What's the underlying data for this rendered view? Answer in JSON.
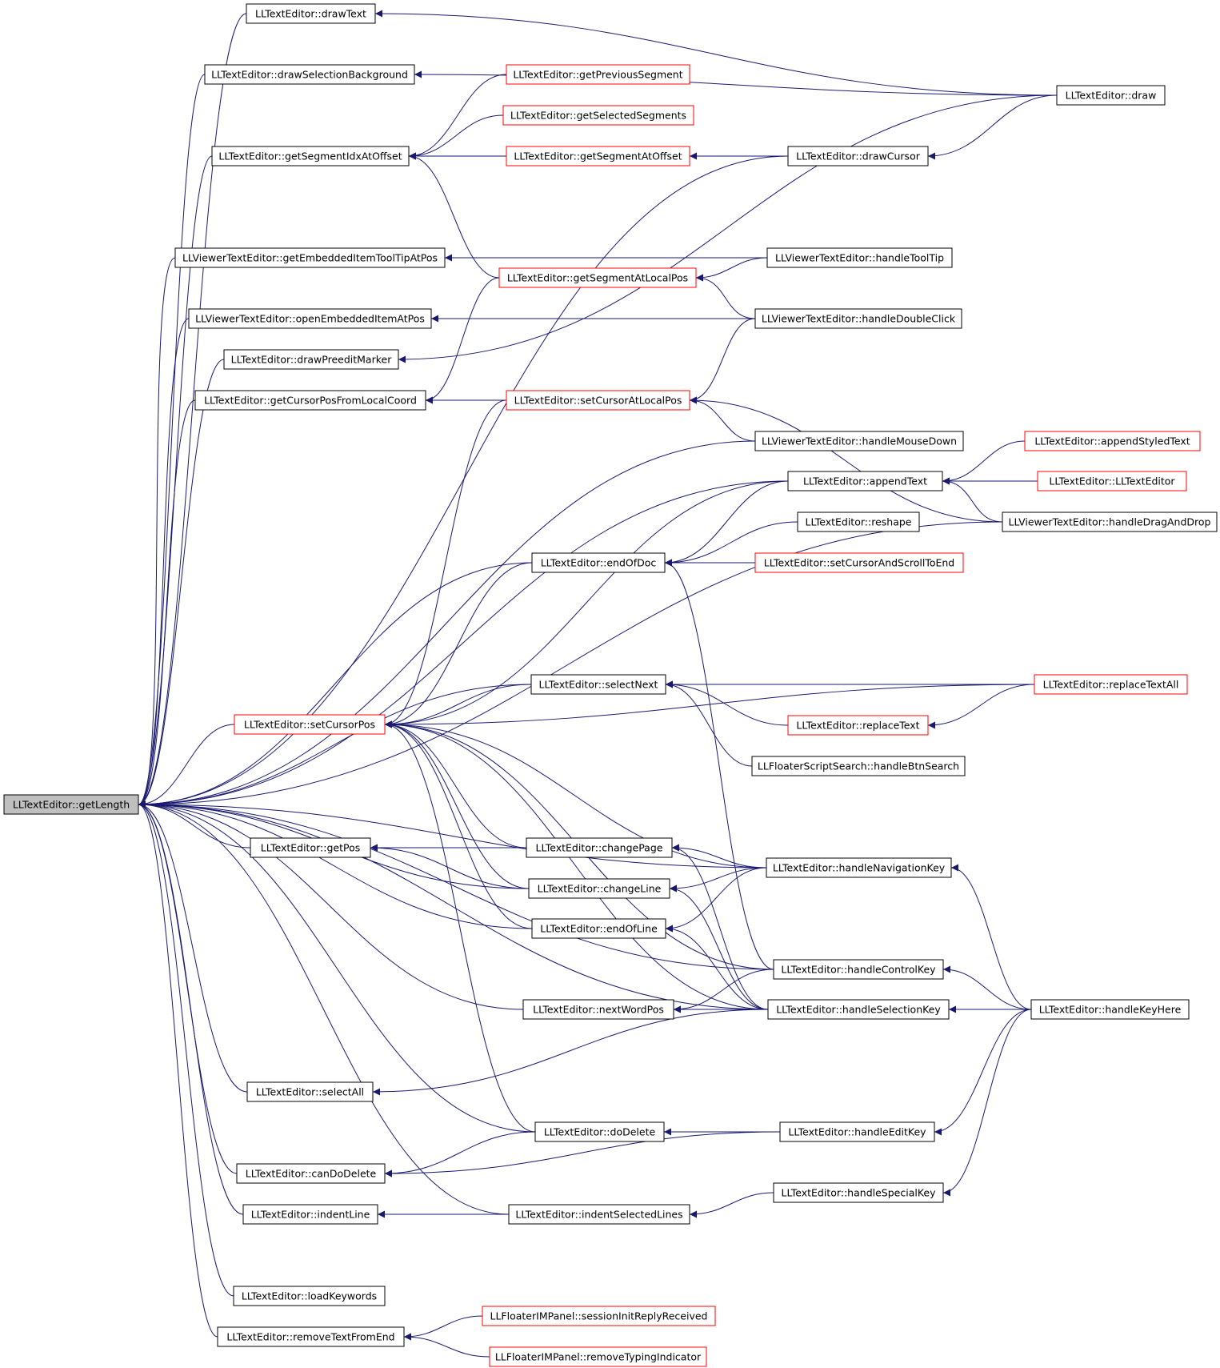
{
  "colors": {
    "edge": "#191970",
    "arrow": "#191970",
    "node_border_default": "#000000",
    "node_border_truncated": "#ff0000",
    "node_fill_focus": "#bfbfbf",
    "node_fill": "#ffffff"
  },
  "graph": {
    "focus_node": "getLength",
    "nodes": [
      {
        "id": "getLength",
        "label": "LLTextEditor::getLength",
        "style": "focus"
      },
      {
        "id": "drawText",
        "label": "LLTextEditor::drawText",
        "style": "normal"
      },
      {
        "id": "drawSelBg",
        "label": "LLTextEditor::drawSelectionBackground",
        "style": "normal"
      },
      {
        "id": "getSegIdx",
        "label": "LLTextEditor::getSegmentIdxAtOffset",
        "style": "normal"
      },
      {
        "id": "getEmbTip",
        "label": "LLViewerTextEditor::getEmbeddedItemToolTipAtPos",
        "style": "normal"
      },
      {
        "id": "openEmb",
        "label": "LLViewerTextEditor::openEmbeddedItemAtPos",
        "style": "normal"
      },
      {
        "id": "drawPreedit",
        "label": "LLTextEditor::drawPreeditMarker",
        "style": "normal"
      },
      {
        "id": "getCursorPosFLC",
        "label": "LLTextEditor::getCursorPosFromLocalCoord",
        "style": "normal"
      },
      {
        "id": "setCursorPos",
        "label": "LLTextEditor::setCursorPos",
        "style": "truncated"
      },
      {
        "id": "getPos",
        "label": "LLTextEditor::getPos",
        "style": "normal"
      },
      {
        "id": "selectAll",
        "label": "LLTextEditor::selectAll",
        "style": "normal"
      },
      {
        "id": "canDoDelete",
        "label": "LLTextEditor::canDoDelete",
        "style": "normal"
      },
      {
        "id": "indentLine",
        "label": "LLTextEditor::indentLine",
        "style": "normal"
      },
      {
        "id": "loadKeywords",
        "label": "LLTextEditor::loadKeywords",
        "style": "normal"
      },
      {
        "id": "removeTextFromEnd",
        "label": "LLTextEditor::removeTextFromEnd",
        "style": "normal"
      },
      {
        "id": "getPrevSeg",
        "label": "LLTextEditor::getPreviousSegment",
        "style": "truncated"
      },
      {
        "id": "getSelSegs",
        "label": "LLTextEditor::getSelectedSegments",
        "style": "truncated"
      },
      {
        "id": "getSegAtOff",
        "label": "LLTextEditor::getSegmentAtOffset",
        "style": "truncated"
      },
      {
        "id": "getSegAtLocal",
        "label": "LLTextEditor::getSegmentAtLocalPos",
        "style": "truncated"
      },
      {
        "id": "setCursorAtLocal",
        "label": "LLTextEditor::setCursorAtLocalPos",
        "style": "truncated"
      },
      {
        "id": "endOfDoc",
        "label": "LLTextEditor::endOfDoc",
        "style": "normal"
      },
      {
        "id": "selectNext",
        "label": "LLTextEditor::selectNext",
        "style": "normal"
      },
      {
        "id": "changePage",
        "label": "LLTextEditor::changePage",
        "style": "normal"
      },
      {
        "id": "changeLine",
        "label": "LLTextEditor::changeLine",
        "style": "normal"
      },
      {
        "id": "endOfLine",
        "label": "LLTextEditor::endOfLine",
        "style": "normal"
      },
      {
        "id": "nextWordPos",
        "label": "LLTextEditor::nextWordPos",
        "style": "normal"
      },
      {
        "id": "doDelete",
        "label": "LLTextEditor::doDelete",
        "style": "normal"
      },
      {
        "id": "indentSel",
        "label": "LLTextEditor::indentSelectedLines",
        "style": "normal"
      },
      {
        "id": "sessionInit",
        "label": "LLFloaterIMPanel::sessionInitReplyReceived",
        "style": "truncated"
      },
      {
        "id": "removeTyping",
        "label": "LLFloaterIMPanel::removeTypingIndicator",
        "style": "truncated"
      },
      {
        "id": "drawCursor",
        "label": "LLTextEditor::drawCursor",
        "style": "normal"
      },
      {
        "id": "handleToolTip",
        "label": "LLViewerTextEditor::handleToolTip",
        "style": "normal"
      },
      {
        "id": "handleDblClick",
        "label": "LLViewerTextEditor::handleDoubleClick",
        "style": "normal"
      },
      {
        "id": "handleMouseDown",
        "label": "LLViewerTextEditor::handleMouseDown",
        "style": "normal"
      },
      {
        "id": "appendText",
        "label": "LLTextEditor::appendText",
        "style": "normal"
      },
      {
        "id": "reshape",
        "label": "LLTextEditor::reshape",
        "style": "normal"
      },
      {
        "id": "setCursorScroll",
        "label": "LLTextEditor::setCursorAndScrollToEnd",
        "style": "truncated"
      },
      {
        "id": "replaceText",
        "label": "LLTextEditor::replaceText",
        "style": "truncated"
      },
      {
        "id": "handleBtnSearch",
        "label": "LLFloaterScriptSearch::handleBtnSearch",
        "style": "normal"
      },
      {
        "id": "handleNavKey",
        "label": "LLTextEditor::handleNavigationKey",
        "style": "normal"
      },
      {
        "id": "handleCtrlKey",
        "label": "LLTextEditor::handleControlKey",
        "style": "normal"
      },
      {
        "id": "handleSelKey",
        "label": "LLTextEditor::handleSelectionKey",
        "style": "normal"
      },
      {
        "id": "handleEditKey",
        "label": "LLTextEditor::handleEditKey",
        "style": "normal"
      },
      {
        "id": "handleSpecialKey",
        "label": "LLTextEditor::handleSpecialKey",
        "style": "normal"
      },
      {
        "id": "draw",
        "label": "LLTextEditor::draw",
        "style": "normal"
      },
      {
        "id": "appendStyled",
        "label": "LLTextEditor::appendStyledText",
        "style": "truncated"
      },
      {
        "id": "ctor",
        "label": "LLTextEditor::LLTextEditor",
        "style": "truncated"
      },
      {
        "id": "handleDnD",
        "label": "LLViewerTextEditor::handleDragAndDrop",
        "style": "normal"
      },
      {
        "id": "replaceTextAll",
        "label": "LLTextEditor::replaceTextAll",
        "style": "truncated"
      },
      {
        "id": "handleKeyHere",
        "label": "LLTextEditor::handleKeyHere",
        "style": "normal"
      }
    ],
    "edges": [
      [
        "drawText",
        "getLength"
      ],
      [
        "drawSelBg",
        "getLength"
      ],
      [
        "getSegIdx",
        "getLength"
      ],
      [
        "getEmbTip",
        "getLength"
      ],
      [
        "openEmb",
        "getLength"
      ],
      [
        "drawPreedit",
        "getLength"
      ],
      [
        "getCursorPosFLC",
        "getLength"
      ],
      [
        "setCursorPos",
        "getLength"
      ],
      [
        "getPos",
        "getLength"
      ],
      [
        "selectAll",
        "getLength"
      ],
      [
        "canDoDelete",
        "getLength"
      ],
      [
        "indentLine",
        "getLength"
      ],
      [
        "loadKeywords",
        "getLength"
      ],
      [
        "removeTextFromEnd",
        "getLength"
      ],
      [
        "drawCursor",
        "getLength"
      ],
      [
        "handleMouseDown",
        "getLength"
      ],
      [
        "appendText",
        "getLength"
      ],
      [
        "endOfDoc",
        "getLength"
      ],
      [
        "handleDnD",
        "getLength"
      ],
      [
        "selectNext",
        "getLength"
      ],
      [
        "handleNavKey",
        "getLength"
      ],
      [
        "changeLine",
        "getLength"
      ],
      [
        "endOfLine",
        "getLength"
      ],
      [
        "handleCtrlKey",
        "getLength"
      ],
      [
        "nextWordPos",
        "getLength"
      ],
      [
        "handleSelKey",
        "getLength"
      ],
      [
        "doDelete",
        "getLength"
      ],
      [
        "indentSel",
        "getLength"
      ],
      [
        "draw",
        "drawText"
      ],
      [
        "draw",
        "drawSelBg"
      ],
      [
        "draw",
        "drawPreedit"
      ],
      [
        "getPrevSeg",
        "getSegIdx"
      ],
      [
        "getSelSegs",
        "getSegIdx"
      ],
      [
        "getSegAtOff",
        "getSegIdx"
      ],
      [
        "getSegAtLocal",
        "getSegIdx"
      ],
      [
        "drawCursor",
        "getSegAtOff"
      ],
      [
        "draw",
        "drawCursor"
      ],
      [
        "handleToolTip",
        "getEmbTip"
      ],
      [
        "handleToolTip",
        "getSegAtLocal"
      ],
      [
        "handleDblClick",
        "getSegAtLocal"
      ],
      [
        "handleDblClick",
        "openEmb"
      ],
      [
        "handleDblClick",
        "setCursorAtLocal"
      ],
      [
        "getSegAtLocal",
        "getCursorPosFLC"
      ],
      [
        "setCursorAtLocal",
        "getCursorPosFLC"
      ],
      [
        "setCursorAtLocal",
        "setCursorPos"
      ],
      [
        "handleMouseDown",
        "setCursorAtLocal"
      ],
      [
        "handleDnD",
        "setCursorAtLocal"
      ],
      [
        "appendStyled",
        "appendText"
      ],
      [
        "ctor",
        "appendText"
      ],
      [
        "handleDnD",
        "appendText"
      ],
      [
        "appendText",
        "endOfDoc"
      ],
      [
        "reshape",
        "endOfDoc"
      ],
      [
        "setCursorScroll",
        "endOfDoc"
      ],
      [
        "handleCtrlKey",
        "endOfDoc"
      ],
      [
        "appendText",
        "setCursorPos"
      ],
      [
        "endOfDoc",
        "setCursorPos"
      ],
      [
        "selectNext",
        "setCursorPos"
      ],
      [
        "replaceTextAll",
        "setCursorPos"
      ],
      [
        "replaceTextAll",
        "selectNext"
      ],
      [
        "replaceText",
        "selectNext"
      ],
      [
        "replaceTextAll",
        "replaceText"
      ],
      [
        "handleBtnSearch",
        "selectNext"
      ],
      [
        "handleNavKey",
        "setCursorPos"
      ],
      [
        "handleCtrlKey",
        "setCursorPos"
      ],
      [
        "changePage",
        "setCursorPos"
      ],
      [
        "changeLine",
        "setCursorPos"
      ],
      [
        "endOfLine",
        "setCursorPos"
      ],
      [
        "doDelete",
        "setCursorPos"
      ],
      [
        "handleSelKey",
        "setCursorPos"
      ],
      [
        "changePage",
        "getPos"
      ],
      [
        "changeLine",
        "getPos"
      ],
      [
        "handleNavKey",
        "changePage"
      ],
      [
        "handleNavKey",
        "changeLine"
      ],
      [
        "handleNavKey",
        "endOfLine"
      ],
      [
        "handleSelKey",
        "changePage"
      ],
      [
        "handleSelKey",
        "changeLine"
      ],
      [
        "handleSelKey",
        "endOfLine"
      ],
      [
        "handleCtrlKey",
        "nextWordPos"
      ],
      [
        "handleSelKey",
        "nextWordPos"
      ],
      [
        "handleSelKey",
        "selectAll"
      ],
      [
        "handleKeyHere",
        "handleNavKey"
      ],
      [
        "handleKeyHere",
        "handleCtrlKey"
      ],
      [
        "handleKeyHere",
        "handleSelKey"
      ],
      [
        "handleKeyHere",
        "handleEditKey"
      ],
      [
        "handleKeyHere",
        "handleSpecialKey"
      ],
      [
        "handleEditKey",
        "doDelete"
      ],
      [
        "handleEditKey",
        "canDoDelete"
      ],
      [
        "doDelete",
        "canDoDelete"
      ],
      [
        "handleSpecialKey",
        "indentSel"
      ],
      [
        "indentSel",
        "indentLine"
      ],
      [
        "sessionInit",
        "removeTextFromEnd"
      ],
      [
        "removeTyping",
        "removeTextFromEnd"
      ]
    ]
  }
}
